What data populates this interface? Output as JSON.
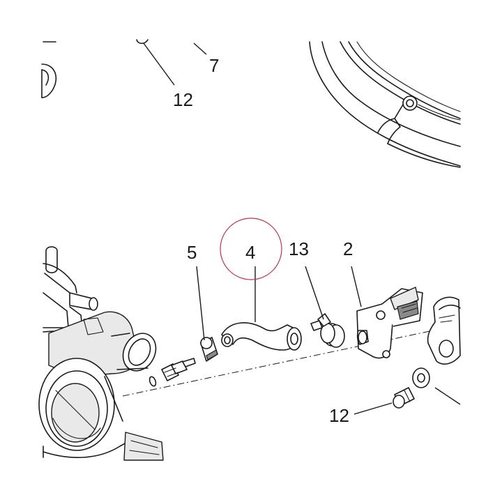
{
  "callouts": {
    "c12_top": "12",
    "c7": "7",
    "c5": "5",
    "c4": "4",
    "c13": "13",
    "c2": "2",
    "c12_bottom": "12"
  },
  "colors": {
    "line": "#1a1a1a",
    "highlight_circle": "#c0334a"
  }
}
